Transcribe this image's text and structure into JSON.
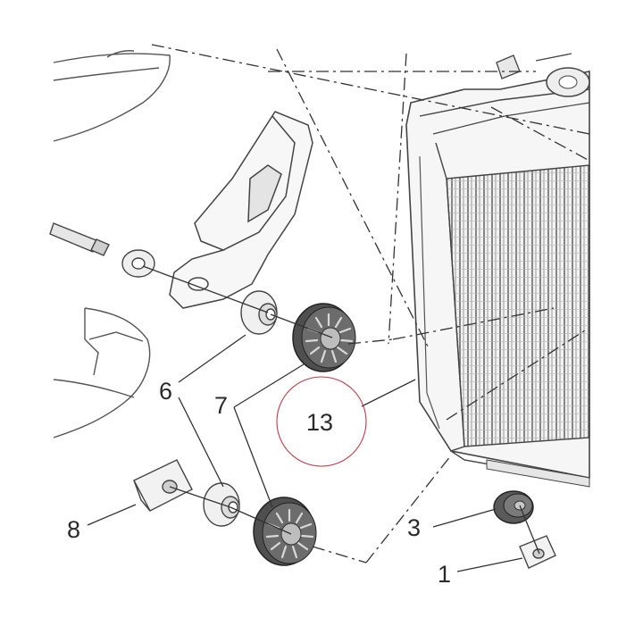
{
  "diagram": {
    "callouts": {
      "c1": "1",
      "c3": "3",
      "c6": "6",
      "c7": "7",
      "c8": "8",
      "c13": "13"
    },
    "colors": {
      "line": "#333333",
      "part_gray": "#d9d9d9",
      "grommet_dark": "#5a5a5a",
      "highlight_circle": "#c0394a"
    }
  }
}
